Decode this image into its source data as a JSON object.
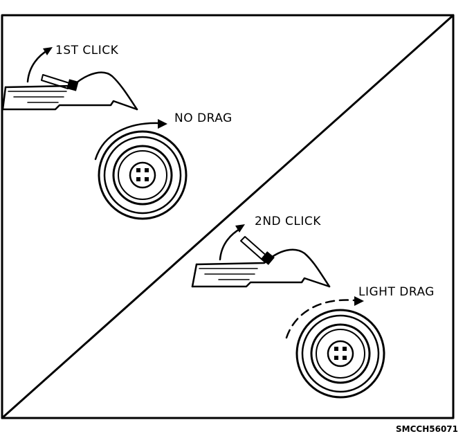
{
  "panels": {
    "upper_left": {
      "caption": "1ST CLICK",
      "drag_label": "NO DRAG"
    },
    "lower_right": {
      "caption": "2ND CLICK",
      "drag_label": "LIGHT DRAG"
    }
  },
  "figure_ref": "SMCCH56071",
  "colors": {
    "ink": "#000000",
    "paper": "#ffffff"
  }
}
